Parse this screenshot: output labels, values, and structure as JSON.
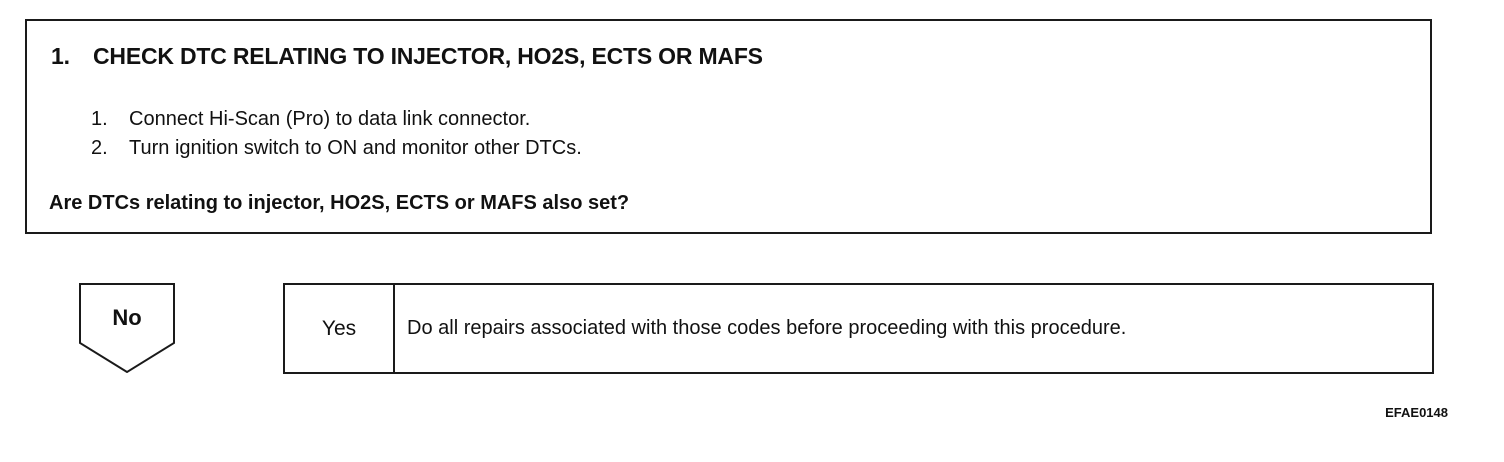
{
  "step": {
    "number": "1.",
    "title": "CHECK DTC RELATING TO INJECTOR, HO2S, ECTS OR MAFS",
    "substeps": [
      {
        "number": "1.",
        "text": "Connect Hi-Scan (Pro) to data link connector."
      },
      {
        "number": "2.",
        "text": "Turn ignition switch to ON and monitor other DTCs."
      }
    ],
    "question": "Are DTCs relating to injector, HO2S, ECTS or MAFS also set?"
  },
  "no_branch": {
    "label": "No"
  },
  "yes_branch": {
    "label": "Yes",
    "text": "Do all repairs associated with those codes before proceeding with this procedure."
  },
  "figure_code": "EFAE0148"
}
